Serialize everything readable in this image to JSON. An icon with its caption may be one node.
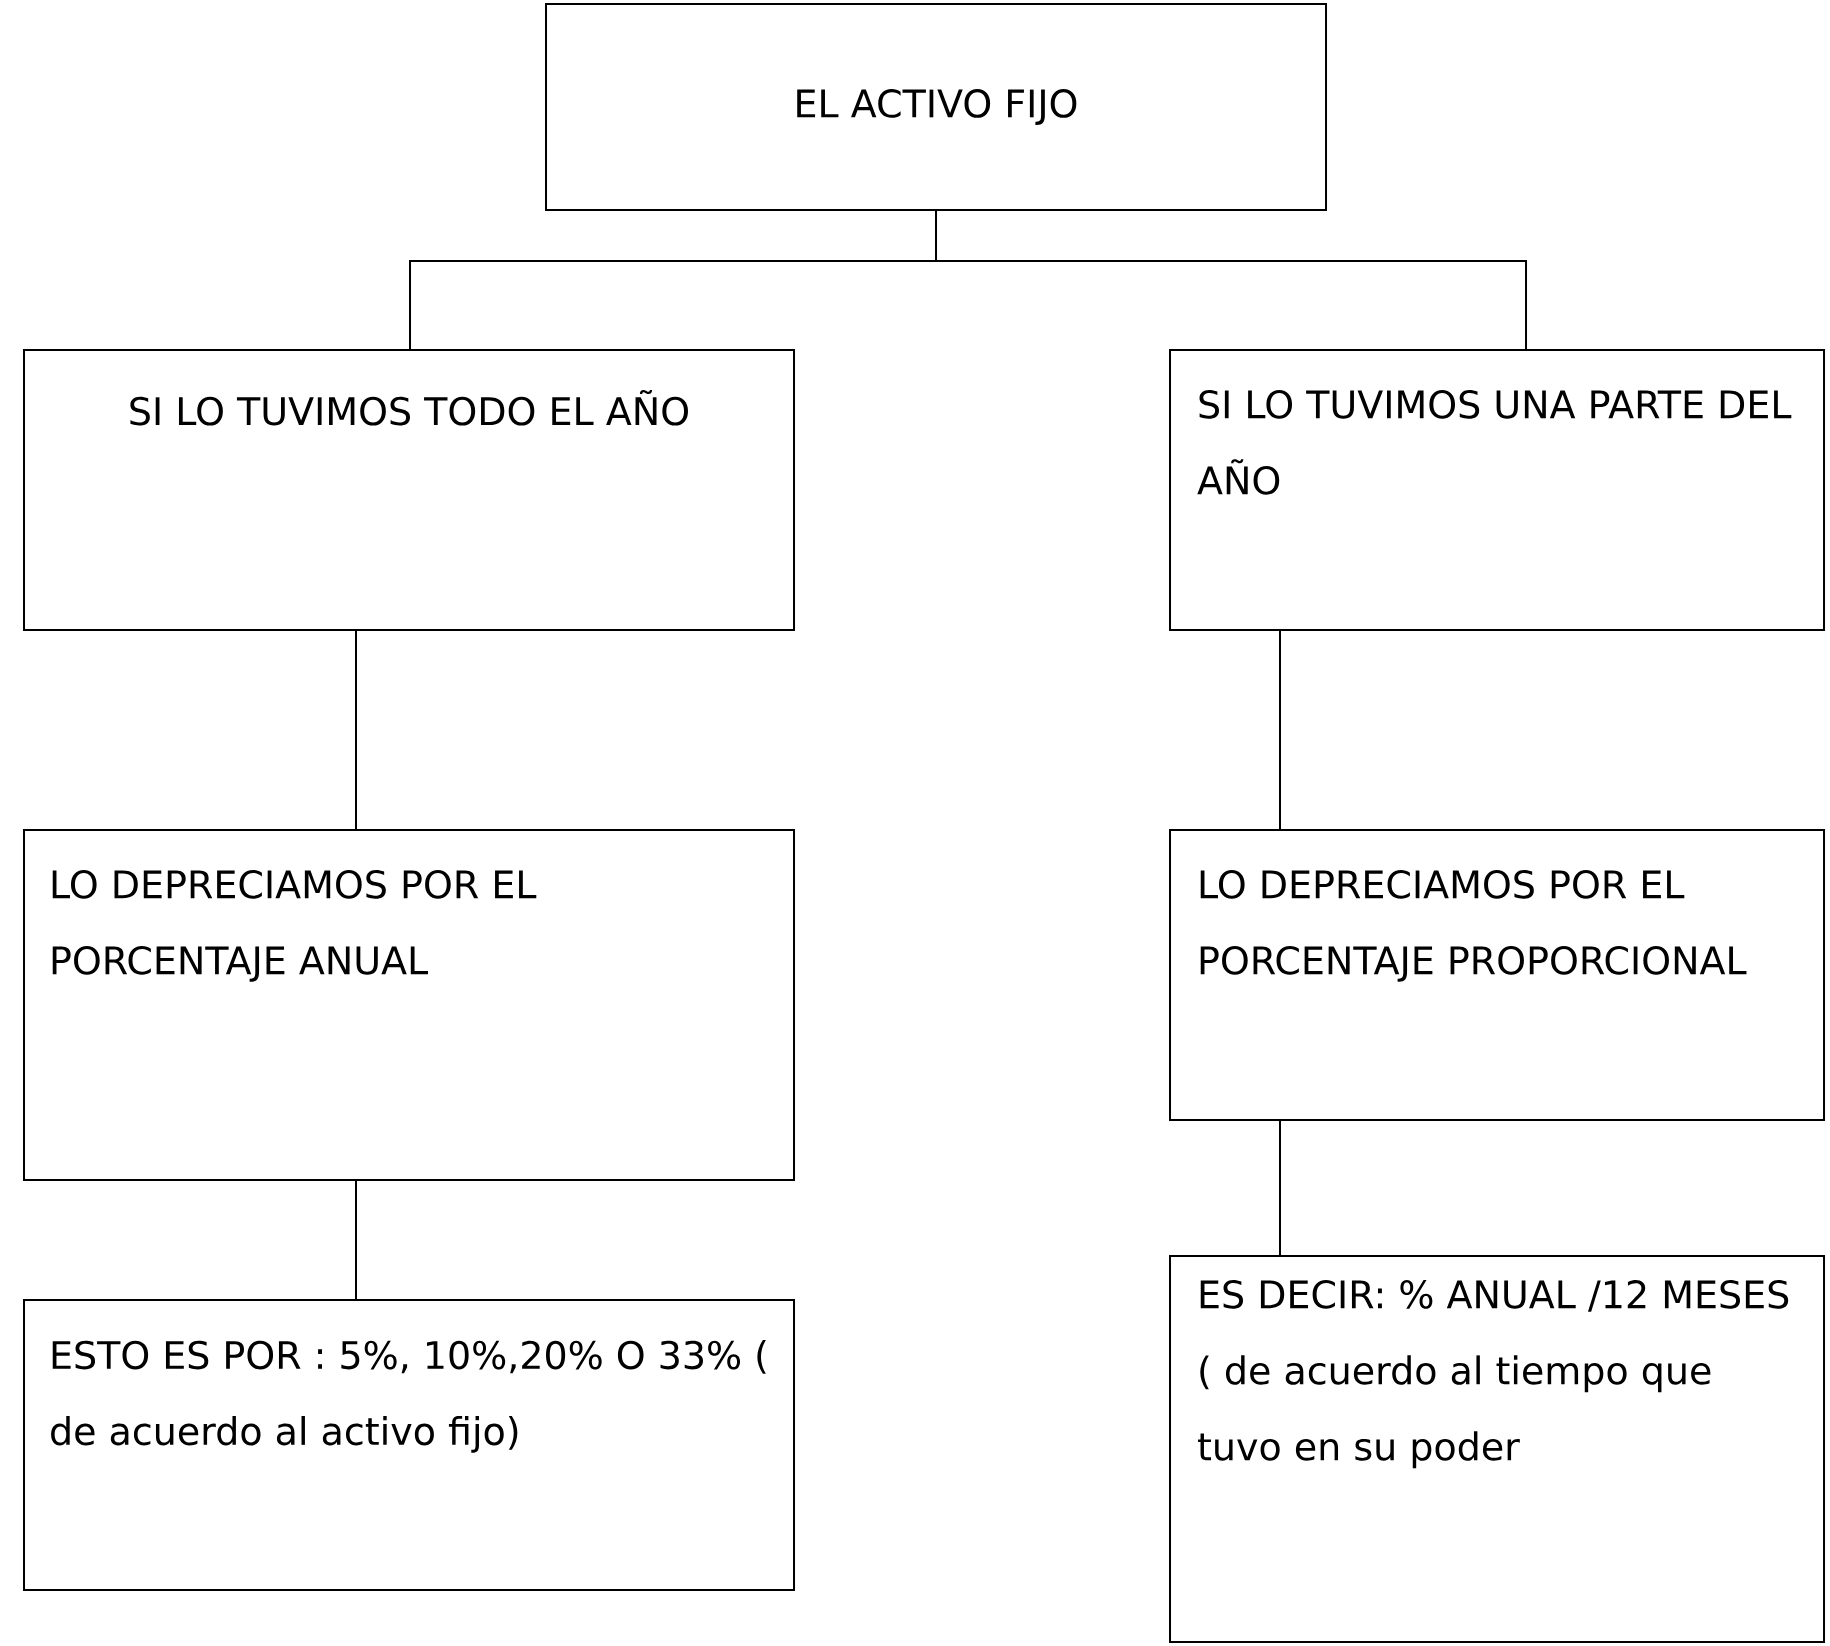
{
  "diagram": {
    "nodes": [
      {
        "text": [
          "EL ACTIVO FIJO"
        ]
      },
      {
        "text": [
          "SI LO TUVIMOS TODO EL AÑO"
        ]
      },
      {
        "text": [
          "SI LO TUVIMOS UNA PARTE DEL AÑO"
        ]
      },
      {
        "text": [
          "LO DEPRECIAMOS POR EL PORCENTAJE ANUAL"
        ]
      },
      {
        "text": [
          "LO DEPRECIAMOS POR EL PORCENTAJE PROPORCIONAL"
        ]
      },
      {
        "text": [
          "ESTO ES POR : 5%, 10%,20% O 33% ( de acuerdo al activo fijo)"
        ]
      },
      {
        "text": [
          "ES DECIR: % ANUAL /12 MESES ( de acuerdo al tiempo que tuvo en su poder"
        ]
      }
    ],
    "edges": [
      {
        "from": 0,
        "to": 1,
        "arrow": "none"
      },
      {
        "from": 0,
        "to": 2,
        "arrow": "none"
      },
      {
        "from": 1,
        "to": 3,
        "arrow": "none"
      },
      {
        "from": 3,
        "to": 5,
        "arrow": "none"
      },
      {
        "from": 2,
        "to": 4,
        "arrow": "none"
      },
      {
        "from": 4,
        "to": 6,
        "arrow": "none"
      }
    ]
  }
}
